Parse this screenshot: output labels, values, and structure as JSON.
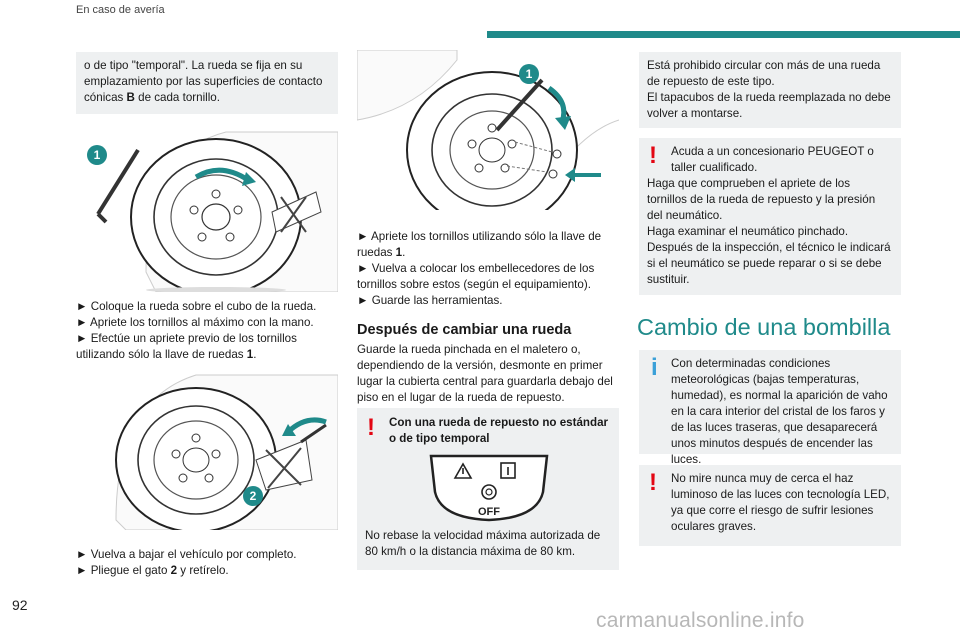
{
  "header": {
    "section": "En caso de avería"
  },
  "page_number": "92",
  "watermark": "carmanualsonline.info",
  "col1": {
    "box_text_a": "o de tipo \"temporal\". La rueda se fija en su emplazamiento por las superficies de contacto cónicas ",
    "box_bold": "B",
    "box_text_b": " de cada tornillo.",
    "fig1_num": "1",
    "steps1": [
      "► Coloque la rueda sobre el cubo de la rueda.",
      "► Apriete los tornillos al máximo con la mano.",
      "► Efectúe un apriete previo de los tornillos utilizando sólo la llave de ruedas "
    ],
    "steps1_bold": "1",
    "fig2_num": "2",
    "steps2": [
      "► Vuelva a bajar el vehículo por completo.",
      "► Pliegue el gato "
    ],
    "steps2_bold": "2",
    "steps2_tail": " y retírelo."
  },
  "col2": {
    "fig_num": "1",
    "step_a": "► Apriete los tornillos utilizando sólo la llave de ruedas ",
    "step_a_bold": "1",
    "step_b": "► Vuelva a colocar los embellecedores de los tornillos sobre estos (según el equipamiento).",
    "step_c": "► Guarde las herramientas.",
    "heading": "Después de cambiar una rueda",
    "para": "Guarde la rueda pinchada en el maletero o, dependiendo de la versión, desmonte en primer lugar la cubierta central para guardarla debajo del piso en el lugar de la rueda de repuesto.",
    "warn_title": "Con una rueda de repuesto no estándar o de tipo temporal",
    "off_label": "OFF",
    "warn_text": "No rebase la velocidad máxima autorizada de 80 km/h o la distancia máxima de 80 km."
  },
  "col3": {
    "box1": "Está prohibido circular con más de una rueda de repuesto de este tipo.\nEl tapacubos de la rueda reemplazada no debe volver a montarse.",
    "box2_first": "Acuda a un concesionario PEUGEOT o taller cualificado.",
    "box2_rest": "Haga que comprueben el apriete de los tornillos de la rueda de repuesto y la presión del neumático.\nHaga examinar el neumático pinchado.\nDespués de la inspección, el técnico le indicará si el neumático se puede reparar o si se debe sustituir.",
    "heading": "Cambio de una bombilla",
    "info_text": "Con determinadas condiciones meteorológicas (bajas temperaturas, humedad), es normal la aparición de vaho en la cara interior del cristal de los faros y de las luces traseras, que desaparecerá unos minutos después de encender las luces.",
    "warn_text": "No mire nunca muy de cerca el haz luminoso de las luces con tecnología LED, ya que corre el riesgo de sufrir lesiones oculares graves."
  },
  "colors": {
    "accent": "#1f8a8a",
    "warning": "#e30613",
    "info": "#3aa0d8",
    "box_bg": "#eef0f1"
  }
}
